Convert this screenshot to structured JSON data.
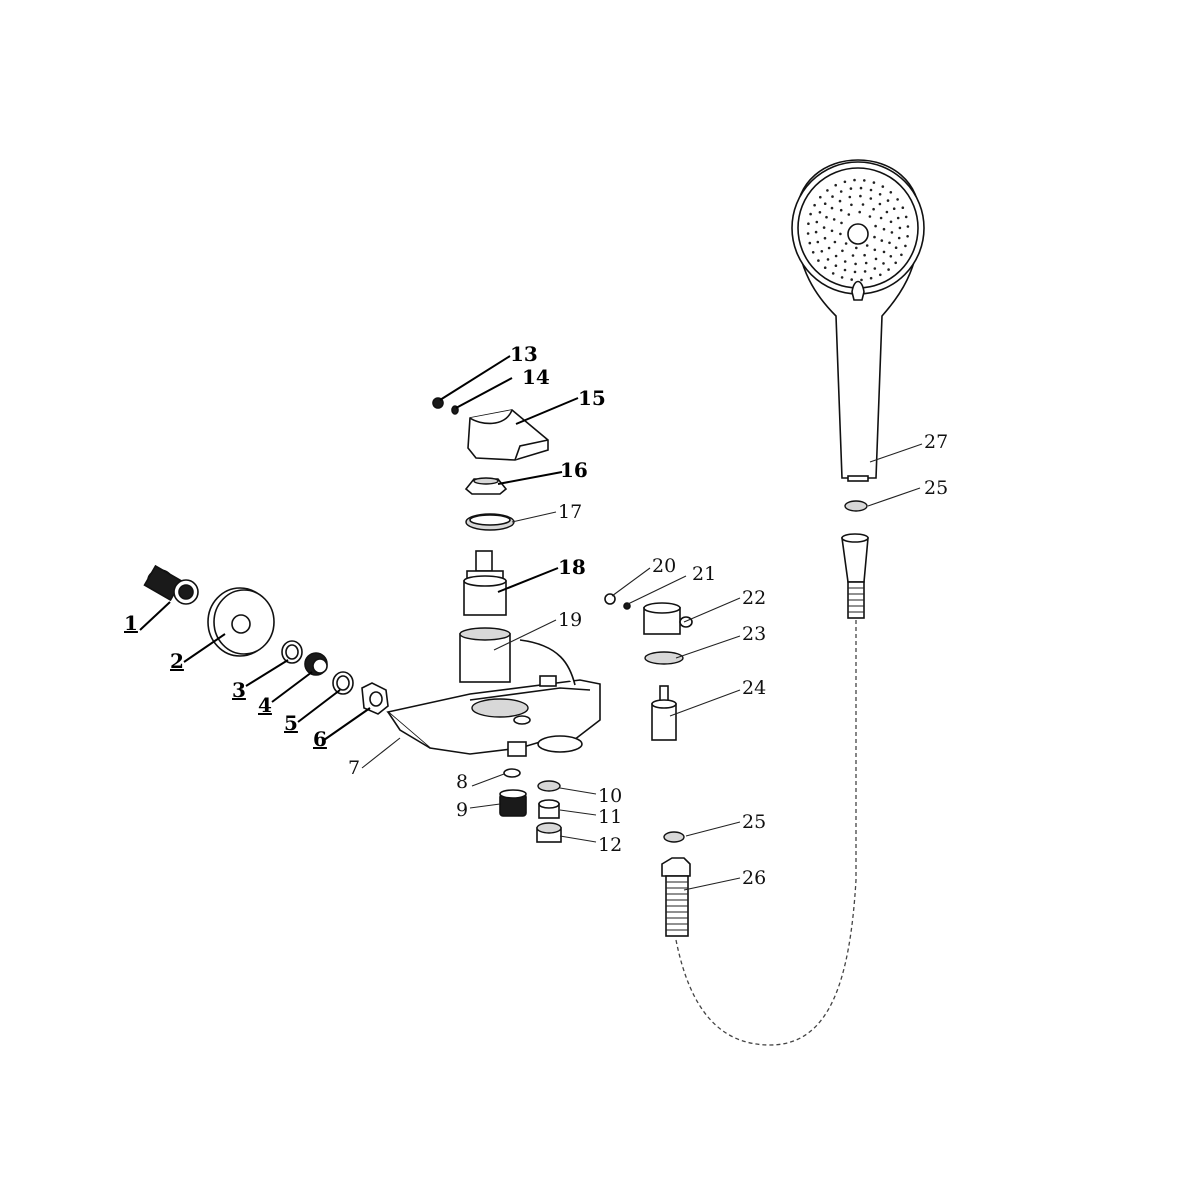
{
  "callouts": [
    {
      "id": "1",
      "text": "1"
    },
    {
      "id": "2",
      "text": "2"
    },
    {
      "id": "3",
      "text": "3"
    },
    {
      "id": "4",
      "text": "4"
    },
    {
      "id": "5",
      "text": "5"
    },
    {
      "id": "6",
      "text": "6"
    },
    {
      "id": "7",
      "text": "7"
    },
    {
      "id": "8",
      "text": "8"
    },
    {
      "id": "9",
      "text": "9"
    },
    {
      "id": "10",
      "text": "10"
    },
    {
      "id": "11",
      "text": "11"
    },
    {
      "id": "12",
      "text": "12"
    },
    {
      "id": "13",
      "text": "13"
    },
    {
      "id": "14",
      "text": "14"
    },
    {
      "id": "15",
      "text": "15"
    },
    {
      "id": "16",
      "text": "16"
    },
    {
      "id": "17",
      "text": "17"
    },
    {
      "id": "18",
      "text": "18"
    },
    {
      "id": "19",
      "text": "19"
    },
    {
      "id": "20",
      "text": "20"
    },
    {
      "id": "21",
      "text": "21"
    },
    {
      "id": "22",
      "text": "22"
    },
    {
      "id": "23",
      "text": "23"
    },
    {
      "id": "24",
      "text": "24"
    },
    {
      "id": "25a",
      "text": "25"
    },
    {
      "id": "25b",
      "text": "25"
    },
    {
      "id": "26",
      "text": "26"
    },
    {
      "id": "27",
      "text": "27"
    }
  ]
}
